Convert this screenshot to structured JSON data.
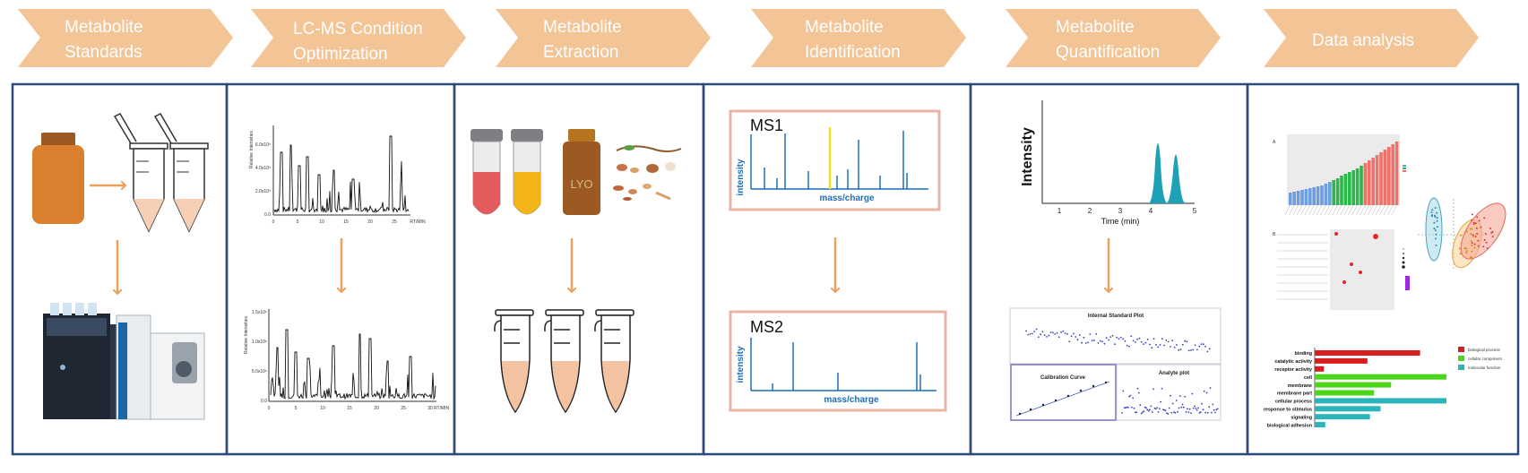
{
  "steps": [
    {
      "line1": "Metabolite",
      "line2": "Standards"
    },
    {
      "line1": "LC-MS Condition",
      "line2": "Optimization"
    },
    {
      "line1": "Metabolite",
      "line2": "Extraction"
    },
    {
      "line1": "Metabolite",
      "line2": "Identification"
    },
    {
      "line1": "Metabolite",
      "line2": "Quantification"
    },
    {
      "line1": "Data analysis",
      "line2": ""
    }
  ],
  "colors": {
    "chevron": "#F3C496",
    "border": "#2E4A7A",
    "arrow": "#E9A15C",
    "spectrum": "#1F6DB5",
    "ms_box": "#E8B4A4",
    "peak": "#1FA1B5"
  },
  "panel2": {
    "top_ylabel": "Relative Intensities",
    "top_yticks": [
      "6.0x10⁵",
      "4.0x10⁵",
      "2.0x10⁵",
      "0.0"
    ],
    "top_xticks": [
      "0",
      "5",
      "10",
      "15",
      "20",
      "25"
    ],
    "top_xlabel": "RT/MIN",
    "bottom_ylabel": "Relative Intensities",
    "bottom_yticks": [
      "1.5x10⁶",
      "1.0x10⁶",
      "5.0x10⁵",
      "0.0"
    ],
    "bottom_xticks": [
      "0",
      "5",
      "10",
      "15",
      "20",
      "25",
      "30"
    ],
    "bottom_xlabel": "RT/MIN"
  },
  "panel3": {
    "vial_label": "LYO"
  },
  "ms1": {
    "title": "MS1",
    "ylabel": "intensity",
    "xlabel": "mass/charge"
  },
  "ms2": {
    "title": "MS2",
    "ylabel": "intensity",
    "xlabel": "mass/charge"
  },
  "quant": {
    "ylabel": "Intensity",
    "xlabel": "Time (min)",
    "ticks": [
      "1",
      "2",
      "3",
      "4",
      "5"
    ],
    "internal_title": "Internal Standard Plot",
    "calibration_title": "Calibration Curve",
    "analyte_title": "Analyte plot"
  },
  "go": {
    "terms": [
      "binding",
      "catalytic activity",
      "receptor activity",
      "cell",
      "membrane",
      "membrane part",
      "cellular process",
      "response to stimulus",
      "signaling",
      "biological adhesion"
    ],
    "values": [
      0.8,
      0.4,
      0.07,
      1.0,
      0.58,
      0.45,
      1.0,
      0.5,
      0.42,
      0.08
    ],
    "legend": [
      "biological process",
      "cellular component",
      "molecular function"
    ],
    "legend_colors": [
      "#D81E1E",
      "#4BD617",
      "#2BB5BB"
    ]
  },
  "panel_a_label": "A",
  "panel_b_label": "B"
}
